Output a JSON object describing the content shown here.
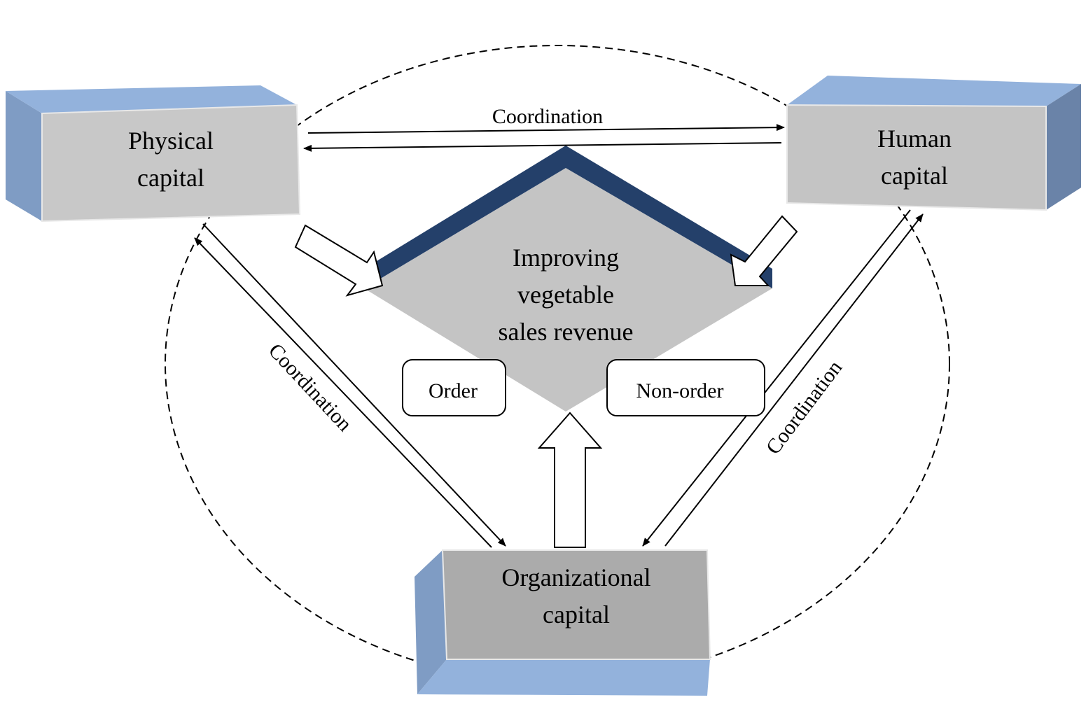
{
  "nodes": {
    "physical": {
      "line1": "Physical",
      "line2": "capital"
    },
    "human": {
      "line1": "Human",
      "line2": "capital"
    },
    "organizational": {
      "line1": "Organizational",
      "line2": "capital"
    },
    "center": {
      "line1": "Improving",
      "line2": "vegetable",
      "line3": "sales revenue"
    }
  },
  "labels": {
    "coordination_top": "Coordination",
    "coordination_left": "Coordination",
    "coordination_right": "Coordination",
    "order": "Order",
    "non_order": "Non-order"
  },
  "colors": {
    "box_side": "#7f9cc4",
    "box_top": "#93b2dc",
    "box_face_light": "#c8c8c8",
    "box_face_dark": "#ababab",
    "diamond_fill": "#c4c4c4",
    "diamond_edge": "#24406a"
  }
}
